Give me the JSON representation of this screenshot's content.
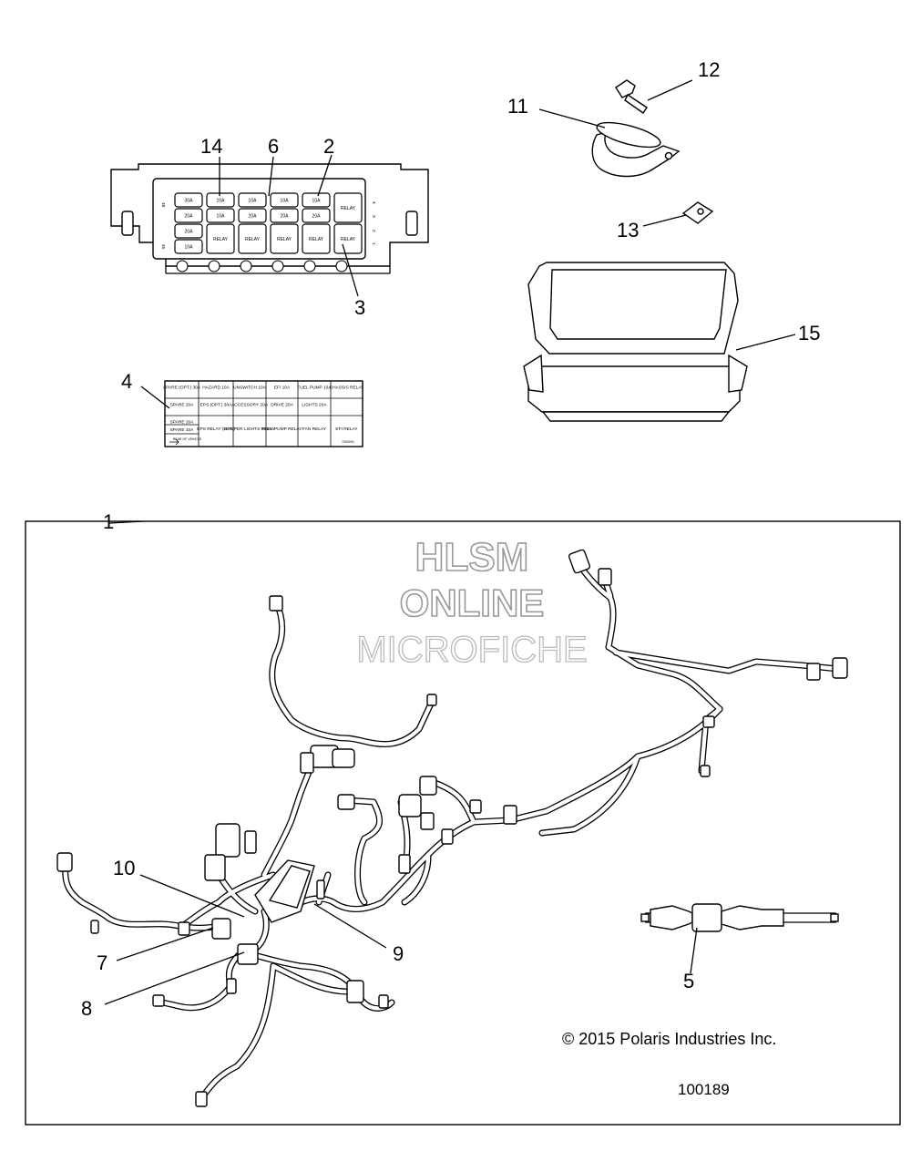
{
  "callouts": {
    "c1": "1",
    "c2": "2",
    "c3": "3",
    "c4": "4",
    "c5": "5",
    "c6": "6",
    "c7": "7",
    "c8": "8",
    "c9": "9",
    "c10": "10",
    "c11": "11",
    "c12": "12",
    "c13": "13",
    "c14": "14",
    "c15": "15"
  },
  "fuse_box": {
    "side_left_top": "48",
    "side_left_bottom": "45",
    "side_right": [
      "4",
      "3",
      "2",
      "1"
    ],
    "cells": [
      [
        "30A",
        "10A",
        "10A",
        "10A",
        "10A",
        "RELAY"
      ],
      [
        "20A",
        "10A",
        "20A",
        "20A",
        "20A",
        ""
      ],
      [
        "20A",
        "RELAY",
        "RELAY",
        "RELAY",
        "RELAY",
        "RELAY"
      ],
      [
        "10A",
        "",
        "",
        "",
        "",
        ""
      ]
    ]
  },
  "fuse_label": {
    "rows": [
      [
        "SPARE (OPT.) 30A",
        "HAZARD 10A",
        "UNSWITCH 10A",
        "EFI 10A",
        "FUEL PUMP 10A",
        "CHASSIS RELAY"
      ],
      [
        "SPARE 20A",
        "EPS (OPT.) 30A",
        "ACCESSORY 20A",
        "DRIVE 20A",
        "LIGHTS 20A",
        ""
      ],
      [
        "SPARE 20A",
        "EPS RELAY (OPT.)",
        "BUMPER LIGHTS RELAY",
        "FUEL PUMP RELAY",
        "FAN RELAY",
        "EFI RELAY"
      ],
      [
        "SPARE 10A",
        "",
        "",
        "",
        "",
        ""
      ],
      [
        "REAR OF VEHICLE",
        "",
        "",
        "",
        "",
        ""
      ]
    ],
    "part_no": "7000000"
  },
  "watermark": {
    "line1": "HLSM",
    "line2": "ONLINE",
    "line3": "MICROFICHE"
  },
  "copyright": "© 2015 Polaris Industries Inc.",
  "drawing_number": "100189"
}
